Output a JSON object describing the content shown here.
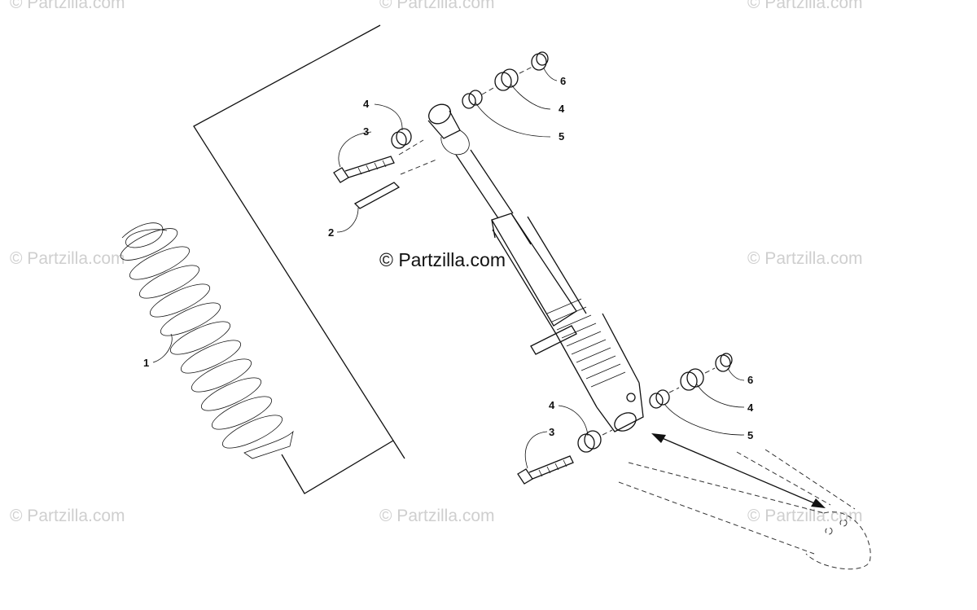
{
  "watermark": "© Partzilla.com",
  "brand_text": "© Partzilla.com",
  "callouts": {
    "spring": "1",
    "pin": "2",
    "bolt_upper": "3",
    "bushing_upper_left": "4",
    "bushing_upper_right": "4",
    "sleeve_upper": "5",
    "cap_upper": "6",
    "bolt_lower": "3",
    "bushing_lower_left": "4",
    "bushing_lower_right": "4",
    "sleeve_lower": "5",
    "cap_lower": "6"
  }
}
